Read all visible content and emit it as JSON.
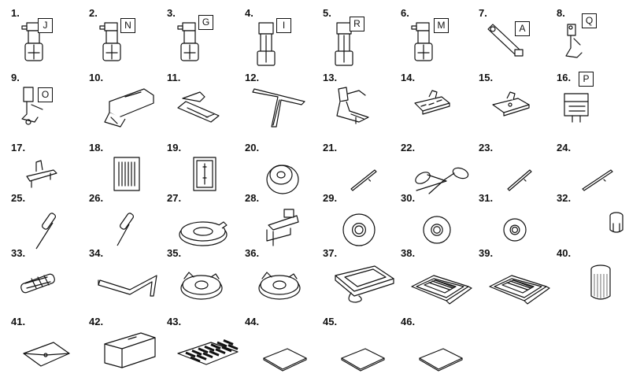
{
  "items": [
    {
      "number": "1.",
      "icon": "foot-j-icon",
      "letter": "J"
    },
    {
      "number": "2.",
      "icon": "foot-n-icon",
      "letter": "N"
    },
    {
      "number": "3.",
      "icon": "foot-g-icon",
      "letter": "G"
    },
    {
      "number": "4.",
      "icon": "foot-i-icon",
      "letter": "I"
    },
    {
      "number": "5.",
      "icon": "foot-r-icon",
      "letter": "R"
    },
    {
      "number": "6.",
      "icon": "foot-m-icon",
      "letter": "M"
    },
    {
      "number": "7.",
      "icon": "foot-a-icon",
      "letter": "A"
    },
    {
      "number": "8.",
      "icon": "foot-q-icon",
      "letter": "Q"
    },
    {
      "number": "9.",
      "icon": "foot-o-icon",
      "letter": "O"
    },
    {
      "number": "10.",
      "icon": "walking-foot-icon",
      "letter": ""
    },
    {
      "number": "11.",
      "icon": "presser-foot-icon",
      "letter": ""
    },
    {
      "number": "12.",
      "icon": "quilting-guide-icon",
      "letter": ""
    },
    {
      "number": "13.",
      "icon": "quilting-foot-icon",
      "letter": ""
    },
    {
      "number": "14.",
      "icon": "open-toe-foot-icon",
      "letter": ""
    },
    {
      "number": "15.",
      "icon": "zigzag-foot-icon",
      "letter": ""
    },
    {
      "number": "16.",
      "icon": "foot-p-icon",
      "letter": "P"
    },
    {
      "number": "17.",
      "icon": "foot-holder-icon",
      "letter": ""
    },
    {
      "number": "18.",
      "icon": "needle-set-icon",
      "letter": ""
    },
    {
      "number": "19.",
      "icon": "twin-needle-icon",
      "letter": ""
    },
    {
      "number": "20.",
      "icon": "bobbin-icon",
      "letter": ""
    },
    {
      "number": "21.",
      "icon": "seam-ripper-icon",
      "letter": ""
    },
    {
      "number": "22.",
      "icon": "scissors-icon",
      "letter": ""
    },
    {
      "number": "23.",
      "icon": "cleaning-brush-icon",
      "letter": ""
    },
    {
      "number": "24.",
      "icon": "eyelet-punch-icon",
      "letter": ""
    },
    {
      "number": "25.",
      "icon": "screwdriver-large-icon",
      "letter": ""
    },
    {
      "number": "26.",
      "icon": "screwdriver-small-icon",
      "letter": ""
    },
    {
      "number": "27.",
      "icon": "disc-screwdriver-icon",
      "letter": ""
    },
    {
      "number": "28.",
      "icon": "spool-pin-icon",
      "letter": ""
    },
    {
      "number": "29.",
      "icon": "spool-cap-large-icon",
      "letter": ""
    },
    {
      "number": "30.",
      "icon": "spool-cap-medium-icon",
      "letter": ""
    },
    {
      "number": "31.",
      "icon": "spool-cap-small-icon",
      "letter": ""
    },
    {
      "number": "32.",
      "icon": "spool-insert-icon",
      "letter": ""
    },
    {
      "number": "33.",
      "icon": "spool-net-icon",
      "letter": ""
    },
    {
      "number": "34.",
      "icon": "knee-lifter-icon",
      "letter": ""
    },
    {
      "number": "35.",
      "icon": "bobbin-case-icon",
      "letter": ""
    },
    {
      "number": "36.",
      "icon": "bobbin-case-alt-icon",
      "letter": ""
    },
    {
      "number": "37.",
      "icon": "foot-controller-icon",
      "letter": ""
    },
    {
      "number": "38.",
      "icon": "embroidery-frame-large-icon",
      "letter": ""
    },
    {
      "number": "39.",
      "icon": "embroidery-frame-medium-icon",
      "letter": ""
    },
    {
      "number": "40.",
      "icon": "bobbin-thread-icon",
      "letter": ""
    },
    {
      "number": "41.",
      "icon": "accessory-bag-icon",
      "letter": ""
    },
    {
      "number": "42.",
      "icon": "dust-cover-icon",
      "letter": ""
    },
    {
      "number": "43.",
      "icon": "stabilizer-sheet-icon",
      "letter": ""
    },
    {
      "number": "44.",
      "icon": "manual-icon",
      "letter": ""
    },
    {
      "number": "45.",
      "icon": "quick-reference-icon",
      "letter": ""
    },
    {
      "number": "46.",
      "icon": "design-guide-icon",
      "letter": ""
    }
  ]
}
